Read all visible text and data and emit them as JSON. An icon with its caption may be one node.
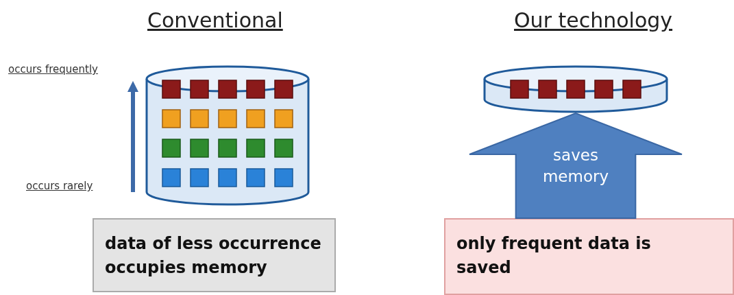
{
  "diagram": {
    "nodes": [
      {
        "text": [],
        "shape": "cylinder"
      },
      {
        "text": [],
        "shape": "cylinder"
      },
      {
        "text": [
          "data of less occurrence occupies memory"
        ]
      },
      {
        "text": [
          "only frequent data is saved"
        ]
      }
    ],
    "edges": [
      {
        "from": 3,
        "to": 1,
        "arrow": "to",
        "label": "saves memory"
      }
    ],
    "labels": [
      "Conventional",
      "Our technology",
      "occurs frequently",
      "occurs rarely"
    ]
  }
}
